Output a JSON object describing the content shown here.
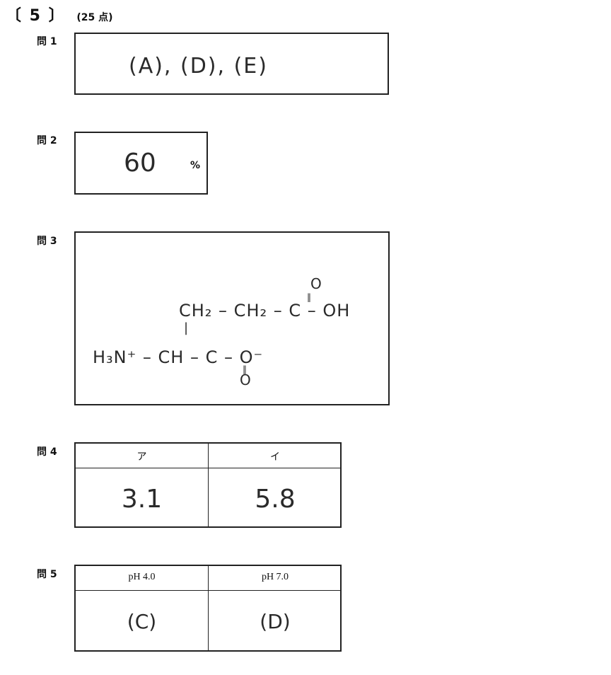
{
  "section": {
    "number": "〔 5 〕",
    "points": "(25 点)"
  },
  "q1": {
    "label": "問 1",
    "answer": "(A), (D), (E)"
  },
  "q2": {
    "label": "問 2",
    "answer": "60",
    "unit": "%"
  },
  "q3": {
    "label": "問 3",
    "structure": {
      "top_o": "O",
      "top_dbl": "‖",
      "chain": "CH₂ – CH₂ – C – OH",
      "bond": "|",
      "main": "H₃N⁺ – CH – C – O⁻",
      "bot_dbl": "‖",
      "bot_o": "O"
    }
  },
  "q4": {
    "label": "問 4",
    "headers": [
      "ア",
      "イ"
    ],
    "values": [
      "3.1",
      "5.8"
    ]
  },
  "q5": {
    "label": "問 5",
    "headers": [
      "pH 4.0",
      "pH 7.0"
    ],
    "values": [
      "(C)",
      "(D)"
    ]
  }
}
